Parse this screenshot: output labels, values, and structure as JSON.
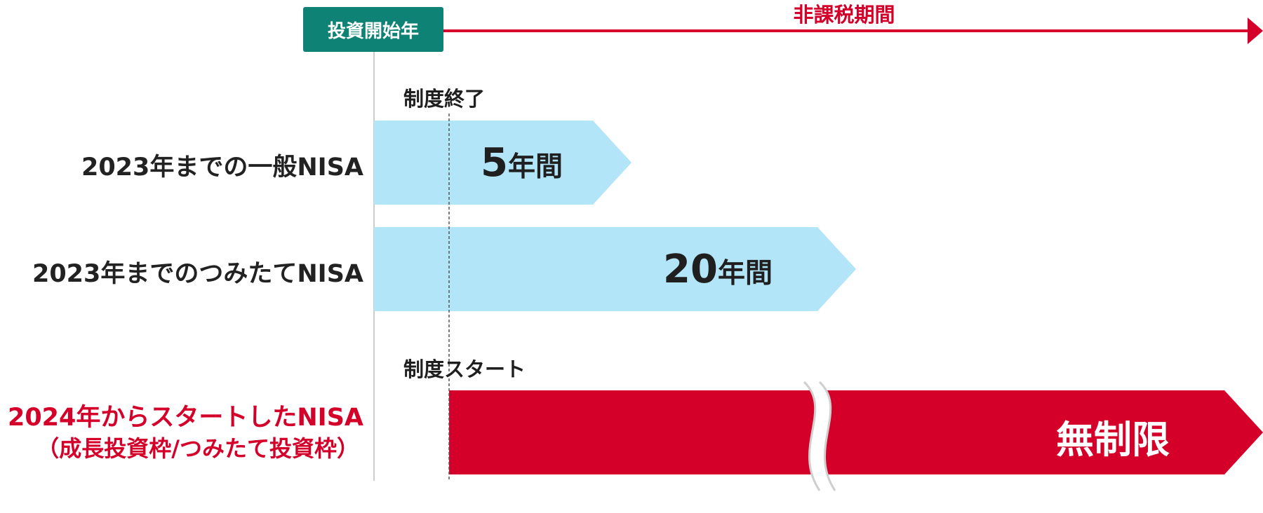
{
  "colors": {
    "start_badge": "#0e8274",
    "accent_red": "#d4002a",
    "bar_light_blue": "#b2e5f8",
    "guide_line": "#cccccc",
    "dashed_line": "#555555"
  },
  "header": {
    "start_label": "投資開始年",
    "period_label": "非課税期間"
  },
  "markers": {
    "end_label": "制度終了",
    "start_label": "制度スタート"
  },
  "rows": [
    {
      "label": "2023年までの一般NISA",
      "duration_number": "5",
      "duration_unit": "年間"
    },
    {
      "label": "2023年までのつみたてNISA",
      "duration_number": "20",
      "duration_unit": "年間"
    },
    {
      "label": "2024年からスタートしたNISA",
      "sublabel": "（成長投資枠/つみたて投資枠）",
      "duration_text": "無制限"
    }
  ],
  "icons": {
    "period_arrow": "arrow-right-icon",
    "break_mark": "wavy-break-icon"
  }
}
